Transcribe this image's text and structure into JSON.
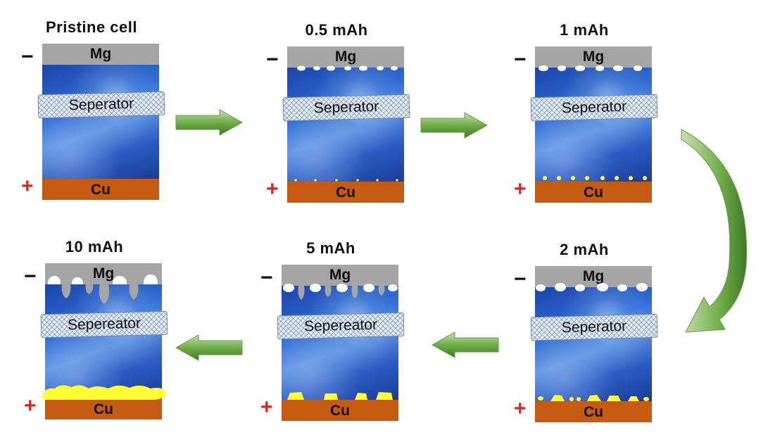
{
  "panels": [
    {
      "title": "Pristine  cell",
      "anode": "Mg",
      "separator": "Seperator",
      "cathode": "Cu",
      "anode_sign": "−",
      "cathode_sign": "+"
    },
    {
      "title": "0.5 mAh",
      "anode": "Mg",
      "separator": "Seperator",
      "cathode": "Cu",
      "anode_sign": "−",
      "cathode_sign": "+"
    },
    {
      "title": "1 mAh",
      "anode": "Mg",
      "separator": "Seperator",
      "cathode": "Cu",
      "anode_sign": "−",
      "cathode_sign": "+"
    },
    {
      "title": "2 mAh",
      "anode": "Mg",
      "separator": "Seperator",
      "cathode": "Cu",
      "anode_sign": "−",
      "cathode_sign": "+"
    },
    {
      "title": "5 mAh",
      "anode": "Mg",
      "separator": "Sepereator",
      "cathode": "Cu",
      "anode_sign": "−",
      "cathode_sign": "+"
    },
    {
      "title": "10 mAh",
      "anode": "Mg",
      "separator": "Sepereator",
      "cathode": "Cu",
      "anode_sign": "−",
      "cathode_sign": "+"
    }
  ],
  "colors": {
    "anode": "#a5a5a5",
    "cathode": "#c55a11",
    "deposit": "#ffff33",
    "stripping_void": "#ffffff",
    "arrow": "#70ad47",
    "plus_sign": "#e0211d"
  }
}
